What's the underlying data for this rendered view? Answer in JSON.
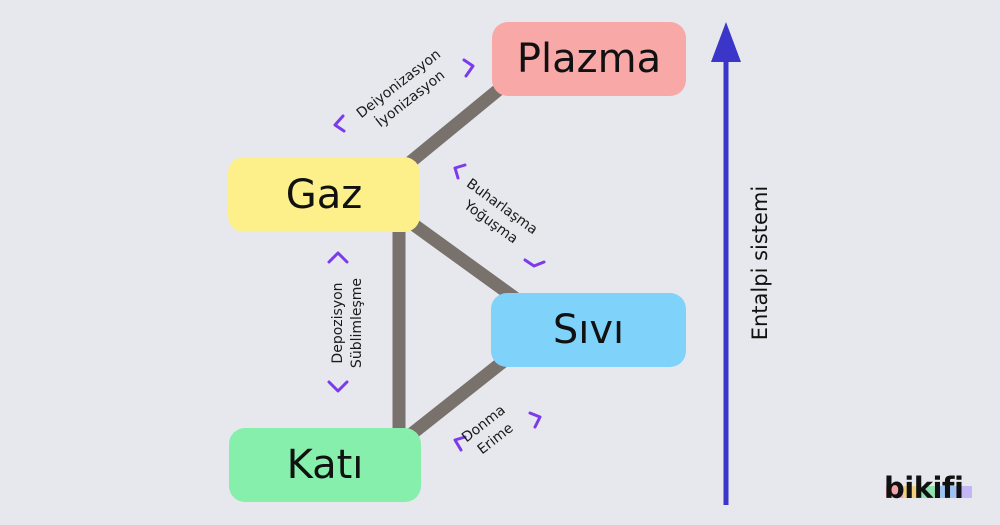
{
  "states": {
    "plazma": "Plazma",
    "gaz": "Gaz",
    "sivi": "Sıvı",
    "kati": "Katı"
  },
  "transitions": {
    "gaz_plazma": [
      "Deiyonizasyon",
      "İyonizasyon"
    ],
    "gaz_sivi": [
      "Buharlaşma",
      "Yoğuşma"
    ],
    "gaz_kati": [
      "Depozisyon",
      "Süblimleşme"
    ],
    "sivi_kati": [
      "Donma",
      "Erime"
    ]
  },
  "axis": {
    "label": "Entalpi sistemi"
  },
  "logo": "bikifi",
  "colors": {
    "plazma": "#f9a8a8",
    "gaz": "#fdf08a",
    "sivi": "#7fd3fb",
    "kati": "#86efac",
    "connector": "#78716c",
    "chevron": "#7c3aed",
    "axis_arrow": "#3b35c9",
    "background": "#e7e8ed"
  }
}
